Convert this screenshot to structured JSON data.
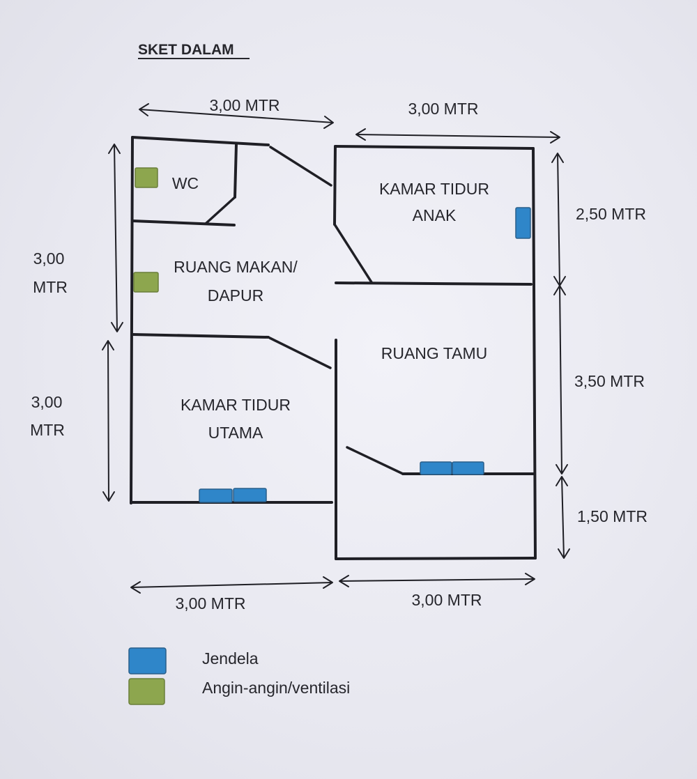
{
  "title": "SKET DALAM",
  "colors": {
    "window": "#2f86c9",
    "ventilation": "#8da64e",
    "wall": "#1f1f25",
    "background": "#ececf3"
  },
  "rooms": {
    "wc": "WC",
    "kamar_anak_1": "KAMAR TIDUR",
    "kamar_anak_2": "ANAK",
    "ruang_makan_1": "RUANG MAKAN/",
    "ruang_makan_2": "DAPUR",
    "ruang_tamu": "RUANG TAMU",
    "kamar_utama_1": "KAMAR TIDUR",
    "kamar_utama_2": "UTAMA"
  },
  "dimensions": {
    "top_left": "3,00 MTR",
    "top_right": "3,00 MTR",
    "left_upper_1": "3,00",
    "left_upper_2": "MTR",
    "left_lower_1": "3,00",
    "left_lower_2": "MTR",
    "right_1": "2,50 MTR",
    "right_2": "3,50 MTR",
    "right_3": "1,50 MTR",
    "bottom_left": "3,00 MTR",
    "bottom_right": "3,00 MTR"
  },
  "legend": {
    "window": {
      "label": "Jendela",
      "icon": "window-swatch-icon"
    },
    "ventilation": {
      "label": "Angin-angin/ventilasi",
      "icon": "ventilation-swatch-icon"
    }
  }
}
